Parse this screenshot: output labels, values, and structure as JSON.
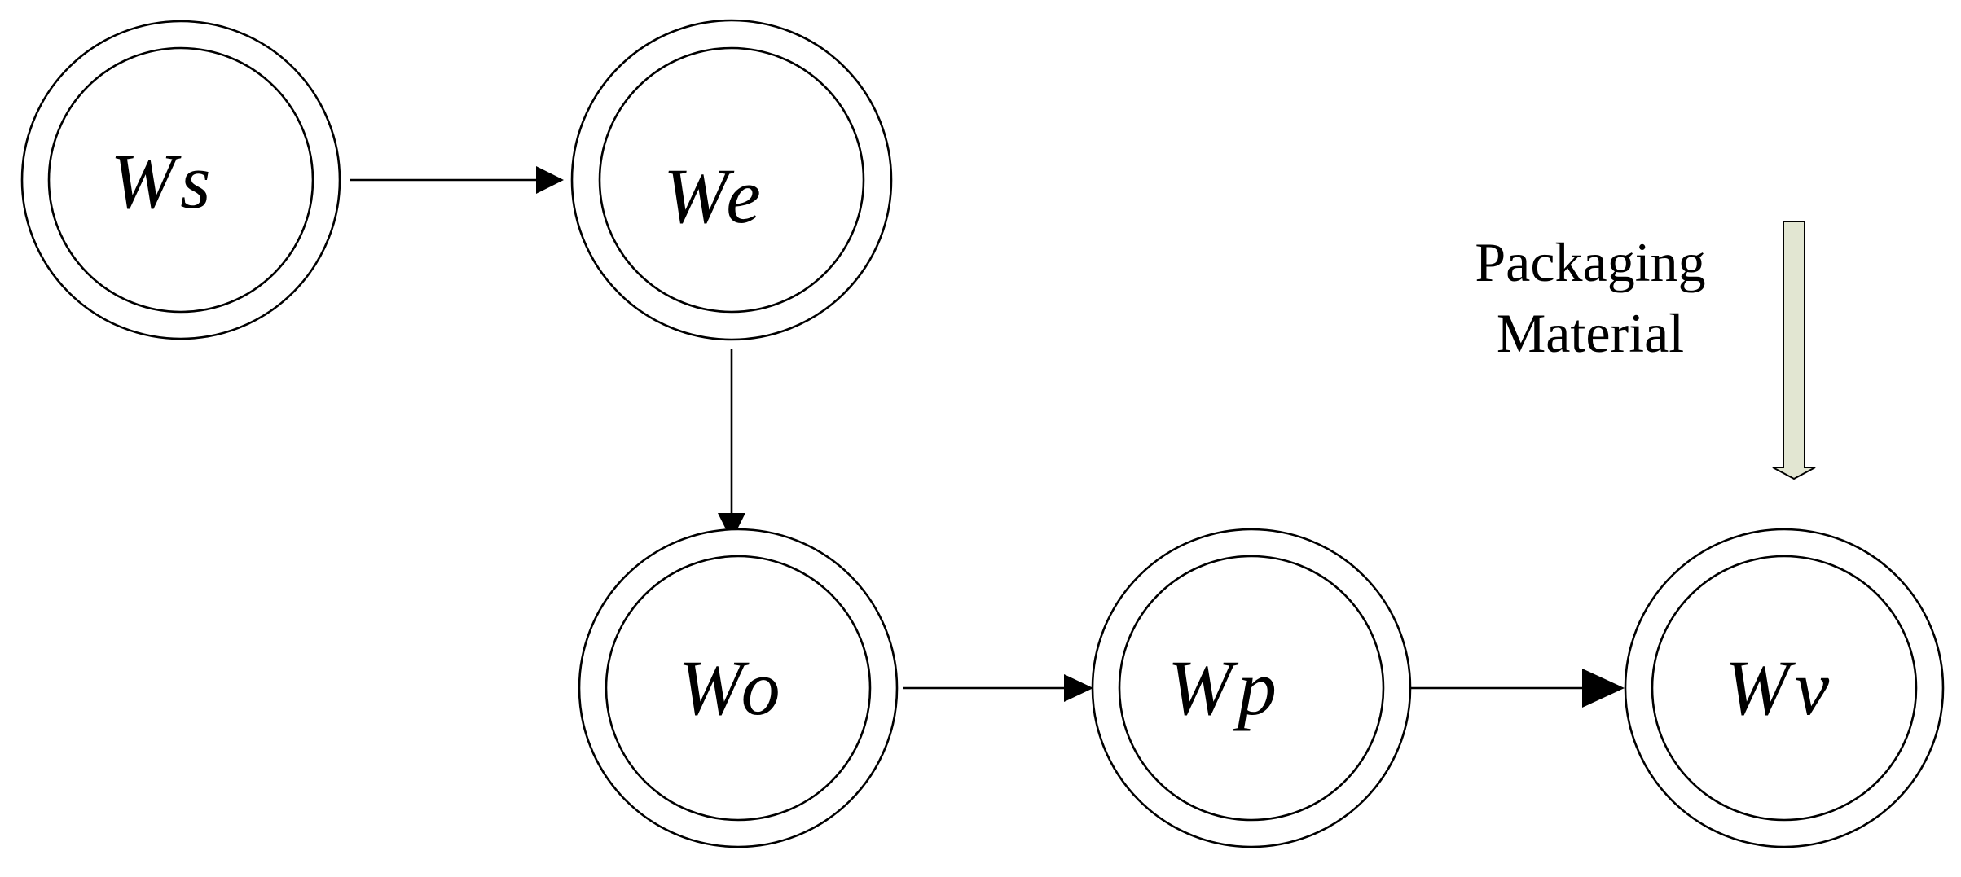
{
  "diagram": {
    "nodes": [
      {
        "id": "ws",
        "label": "Ws"
      },
      {
        "id": "we",
        "label": "We"
      },
      {
        "id": "wo",
        "label": "Wo"
      },
      {
        "id": "wp",
        "label": "Wp"
      },
      {
        "id": "wv",
        "label": "Wv"
      }
    ],
    "edges": [
      {
        "from": "ws",
        "to": "we"
      },
      {
        "from": "we",
        "to": "wo"
      },
      {
        "from": "wo",
        "to": "wp"
      },
      {
        "from": "wp",
        "to": "wv"
      }
    ],
    "input": {
      "label_line1": "Packaging",
      "label_line2": "Material",
      "target": "wv",
      "arrow_fill": "#e2e6d2"
    }
  }
}
